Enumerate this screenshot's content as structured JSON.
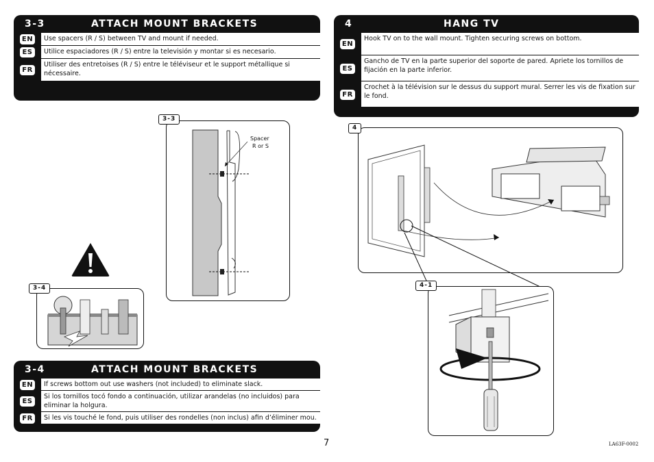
{
  "section_33": {
    "number": "3-3",
    "title": "ATTACH MOUNT BRACKETS",
    "rows": [
      {
        "lang": "EN",
        "text": "Use spacers (R / S) between TV and mount if needed."
      },
      {
        "lang": "ES",
        "text": "Utilice espaciadores (R / S) entre la televisión y montar si es necesario."
      },
      {
        "lang": "FR",
        "text": "Utiliser des entretoises (R / S) entre le téléviseur et le support métallique si nécessaire."
      }
    ]
  },
  "section_4": {
    "number": "4",
    "title": "HANG TV",
    "rows": [
      {
        "lang": "EN",
        "text": "Hook TV on to the wall mount. Tighten securing screws on bottom."
      },
      {
        "lang": "ES",
        "text": "Gancho de TV en la parte superior del soporte de pared. Apriete los tornillos de fijación en la parte inferior."
      },
      {
        "lang": "FR",
        "text": "Crochet à la télévision sur le dessus du support mural. Serrer les vis de fixation sur le fond."
      }
    ]
  },
  "section_34": {
    "number": "3-4",
    "title": "ATTACH MOUNT BRACKETS",
    "rows": [
      {
        "lang": "EN",
        "text": "If screws bottom out use washers (not included) to eliminate slack."
      },
      {
        "lang": "ES",
        "text": "Si los tornillos tocó fondo a continuación, utilizar arandelas (no incluidos) para eliminar la holgura."
      },
      {
        "lang": "FR",
        "text": "Si les vis touché le fond, puis utiliser des rondelles (non inclus) afin d’éliminer mou."
      }
    ]
  },
  "figures": {
    "fig33_tag": "3-3",
    "fig33_label_line1": "Spacer",
    "fig33_label_line2": "R or S",
    "fig34_tag": "3-4",
    "fig4_tag": "4",
    "fig41_tag": "4-1"
  },
  "page": {
    "number": "7",
    "code": "LA63F-0002"
  }
}
